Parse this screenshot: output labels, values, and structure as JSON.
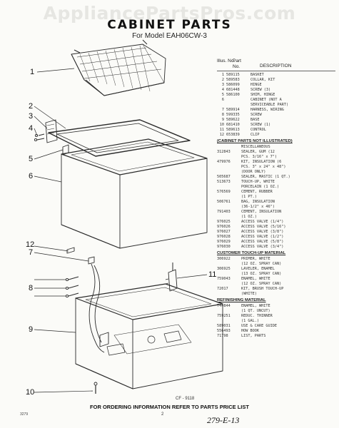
{
  "watermark": "AppliancePartsPros.com",
  "title": "CABINET PARTS",
  "subtitle": "For Model EAH06CW-3",
  "table": {
    "header": {
      "illus_no": "Illus. No.",
      "part_no": "Part No.",
      "description": "DESCRIPTION"
    },
    "parts": [
      {
        "no": "1",
        "part": "589115",
        "desc": "BASKET"
      },
      {
        "no": "2",
        "part": "589583",
        "desc": "COLLAR, KIT"
      },
      {
        "no": "3",
        "part": "586099",
        "desc": "HINGE"
      },
      {
        "no": "4",
        "part": "681448",
        "desc": "SCREW (3)"
      },
      {
        "no": "5",
        "part": "586100",
        "desc": "SHIM, HINGE"
      },
      {
        "no": "6",
        "part": "",
        "desc": "CABINET (NOT A"
      },
      {
        "no": "",
        "part": "",
        "desc": "SERVICEABLE PART)"
      },
      {
        "no": "7",
        "part": "589914",
        "desc": "HARNESS, WIRING"
      },
      {
        "no": "8",
        "part": "599335",
        "desc": "SCREW"
      },
      {
        "no": "9",
        "part": "589622",
        "desc": "BASE"
      },
      {
        "no": "10",
        "part": "681410",
        "desc": "SCREW (1)"
      },
      {
        "no": "11",
        "part": "589613",
        "desc": "CONTROL"
      },
      {
        "no": "12",
        "part": "653839",
        "desc": "CLIP"
      }
    ],
    "sections": [
      {
        "heading": "(CABINET PARTS NOT ILLUSTRATED)",
        "rows": [
          {
            "part": "",
            "desc": "MISCELLANEOUS"
          },
          {
            "part": "312843",
            "desc": "SEALER, GUM (12"
          },
          {
            "part": "",
            "desc": "PCS. 3/16\" x 7\")"
          },
          {
            "part": "479976",
            "desc": "KIT, INSULATION (6"
          },
          {
            "part": "",
            "desc": "PCS. 3\" x 24\" x 48\")"
          },
          {
            "part": "",
            "desc": "(DOOR ONLY)"
          },
          {
            "part": "505687",
            "desc": "SEALER, MASTIC (1 QT.)"
          },
          {
            "part": "513673",
            "desc": "TOUCH-UP, WHITE"
          },
          {
            "part": "",
            "desc": "PORCELAIN (1 OZ.)"
          },
          {
            "part": "576569",
            "desc": "CEMENT, RUBBER"
          },
          {
            "part": "",
            "desc": "(1 PT.)"
          },
          {
            "part": "506761",
            "desc": "BAG, INSULATION"
          },
          {
            "part": "",
            "desc": "(36-1/2\" x 46\")"
          },
          {
            "part": "791403",
            "desc": "CEMENT, INSULATION"
          },
          {
            "part": "",
            "desc": "(1 OZ.)"
          },
          {
            "part": "976025",
            "desc": "ACCESS VALVE (1/4\")"
          },
          {
            "part": "976026",
            "desc": "ACCESS VALVE (5/16\")"
          },
          {
            "part": "976027",
            "desc": "ACCESS VALVE (3/8\")"
          },
          {
            "part": "976028",
            "desc": "ACCESS VALVE (1/2\")"
          },
          {
            "part": "976029",
            "desc": "ACCESS VALVE (5/8\")"
          },
          {
            "part": "976030",
            "desc": "ACCESS VALVE (3/4\")"
          }
        ]
      },
      {
        "heading": "CUSTOMER TOUCH-UP MATERIAL",
        "rows": [
          {
            "part": "306922",
            "desc": "PRIMER, WHITE"
          },
          {
            "part": "",
            "desc": "(12 OZ. SPRAY CAN)"
          },
          {
            "part": "306925",
            "desc": "LAVELER, ENAMEL"
          },
          {
            "part": "",
            "desc": "(13 OZ. SPRAY CAN)"
          },
          {
            "part": "759043",
            "desc": "ENAMEL, WHITE"
          },
          {
            "part": "",
            "desc": "(12 OZ. SPRAY CAN)"
          },
          {
            "part": "72017",
            "desc": "KIT, BRUSH TOUCH-UP"
          },
          {
            "part": "",
            "desc": "(WHITE)"
          }
        ]
      },
      {
        "heading": "REFINISHING MATERIAL",
        "rows": [
          {
            "part": "744844",
            "desc": "ENAMEL, WHITE"
          },
          {
            "part": "",
            "desc": "(1 QT. UNCUT)"
          },
          {
            "part": "759251",
            "desc": "REDUC. THINNER"
          },
          {
            "part": "",
            "desc": "(1 GAL.)"
          },
          {
            "part": "589031",
            "desc": "USE & CARE GUIDE"
          },
          {
            "part": "556493",
            "desc": "HOW BOOK"
          },
          {
            "part": "71798",
            "desc": "LIST, PARTS"
          }
        ]
      }
    ]
  },
  "callouts": [
    "1",
    "2",
    "3",
    "4",
    "5",
    "6",
    "7",
    "8",
    "9",
    "10",
    "11",
    "12"
  ],
  "drawing_code": "CF - 9118",
  "footer": "FOR ORDERING INFORMATION REFER TO PARTS PRICE LIST",
  "page_code": "3279",
  "page_number": "2",
  "handwritten": "279-E-13"
}
